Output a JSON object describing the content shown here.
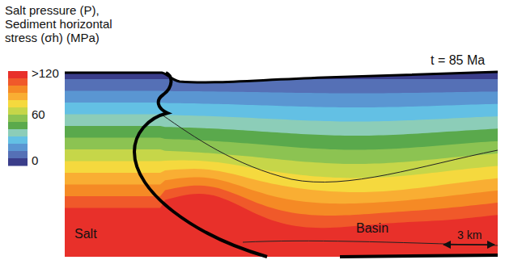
{
  "diagram": {
    "labels": [
      "Salt pressure (P), Sediment horizontal stress (σh) (MPa)",
      ">120",
      "60",
      "0",
      "t = 85 Ma",
      "Salt",
      "Basin",
      "3 km"
    ]
  }
}
